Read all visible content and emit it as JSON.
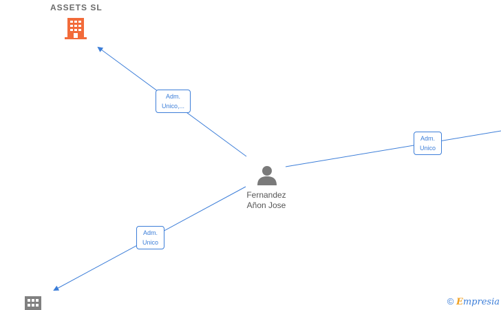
{
  "companies": {
    "top": {
      "name": "ASSETS SL",
      "icon": "building-icon",
      "color": "#f26b3a"
    },
    "bottom": {
      "name": "",
      "icon": "building-icon",
      "color": "#808080"
    }
  },
  "person": {
    "name_line1": "Fernandez",
    "name_line2": "Añon Jose",
    "icon": "person-icon",
    "color": "#7a7a7a"
  },
  "relations": [
    {
      "id": "to-assets",
      "line1": "Adm.",
      "line2": "Unico,..."
    },
    {
      "id": "to-right",
      "line1": "Adm.",
      "line2": "Unico"
    },
    {
      "id": "to-bottom",
      "line1": "Adm.",
      "line2": "Unico"
    }
  ],
  "edge_color": "#3b7dd8",
  "watermark": {
    "copyright": "©",
    "brand_initial": "E",
    "brand_rest": "mpresia"
  }
}
